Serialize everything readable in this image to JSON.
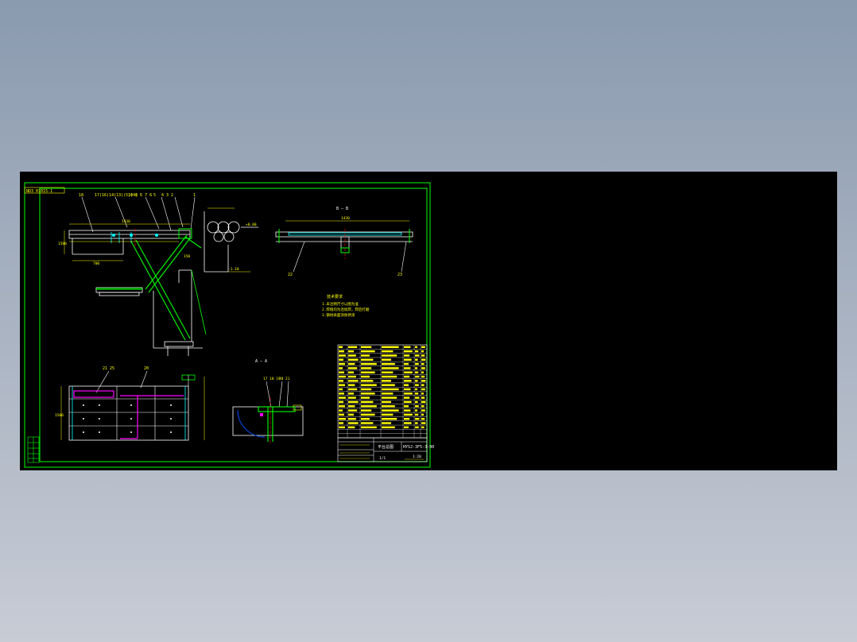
{
  "colors": {
    "background": "#000000",
    "frame": "#00ff00",
    "geometry": "#ffffff",
    "annotation": "#ffff00",
    "hidden_detail": "#ff00ff",
    "centerline": "#ff0000",
    "accent": "#00ffff"
  },
  "drawing": {
    "header_code": "ND3 01015-1",
    "balloons_top": [
      "18",
      "17(16)14(13)(5)(4)",
      "10 8 6 7 6",
      "5",
      "4 3 2",
      "1"
    ],
    "dim_span": "1430",
    "dim_left": "1500",
    "dim_sub1": "700",
    "dim_sub2": "150",
    "level_top": "+0.00",
    "level_low": "-1.10",
    "section_bb_title": "B — B",
    "section_bb_dim": "1430",
    "section_bb_left_label": "22",
    "section_bb_right_label": "23",
    "tech_req_title": "技术要求",
    "tech_req": [
      "1.未注明尺寸以图为准",
      "2.焊缝均为连续焊，焊后打磨",
      "3.钢材表面涂防锈漆"
    ],
    "front_view_labels": [
      "21 25",
      "20"
    ],
    "front_view_dim": "1500",
    "section_aa_title": "A — A",
    "section_aa_labels": [
      "17 18 19",
      "20",
      "21"
    ],
    "title_block": {
      "drawing_no": "HYSJ-3F5-3-00",
      "name": "平台总图",
      "scale": "1:20",
      "sheet": "1/1"
    }
  }
}
